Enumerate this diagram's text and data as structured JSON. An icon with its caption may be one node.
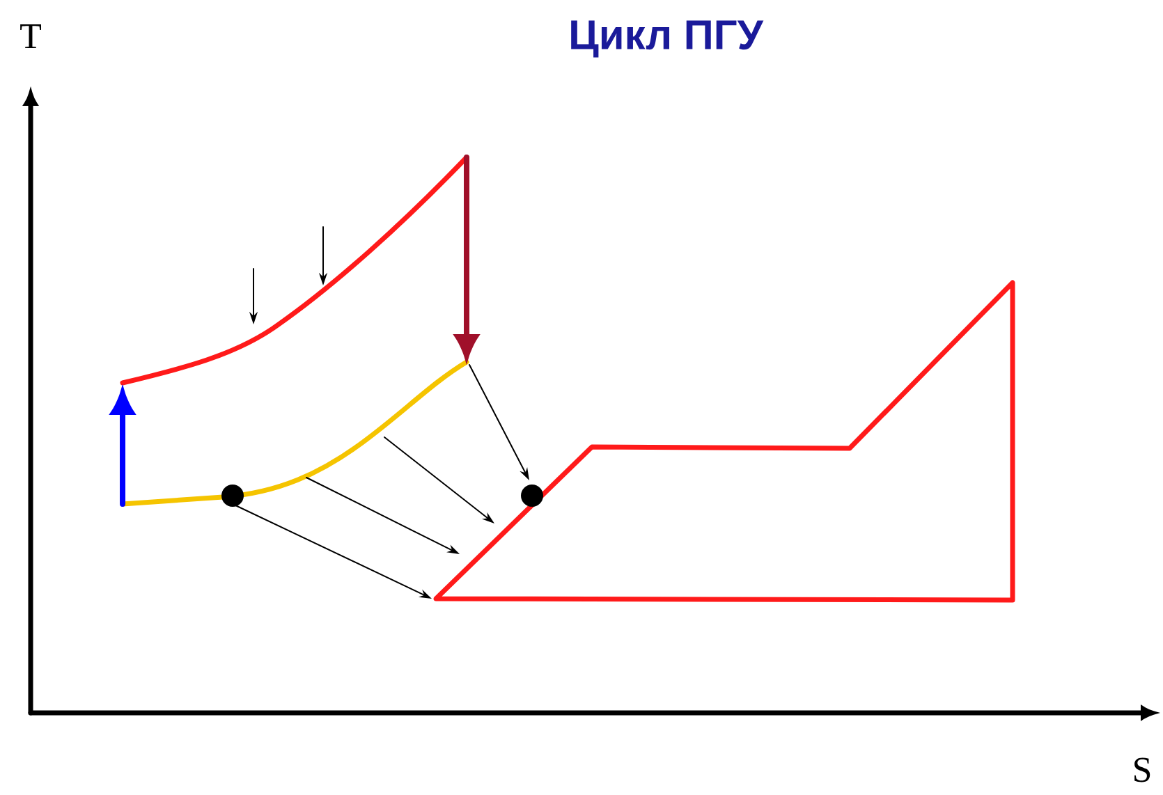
{
  "diagram": {
    "title": "Цикл ПГУ",
    "labels": [
      "T",
      "S"
    ]
  }
}
